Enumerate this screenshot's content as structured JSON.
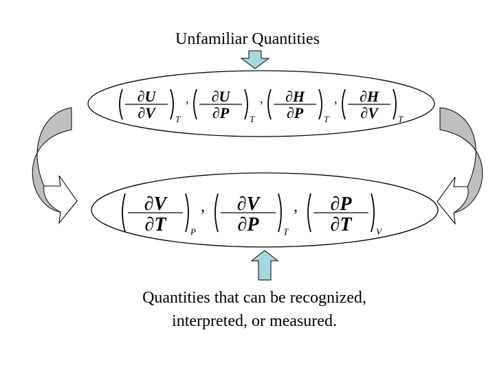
{
  "top_label": "Unfamiliar Quantities",
  "bottom_label_line1": "Quantities that can be recognized,",
  "bottom_label_line2": "interpreted, or measured.",
  "unfamiliar_derivatives": [
    {
      "num": "U",
      "den": "V",
      "sub": "T"
    },
    {
      "num": "U",
      "den": "P",
      "sub": "T"
    },
    {
      "num": "H",
      "den": "P",
      "sub": "T"
    },
    {
      "num": "H",
      "den": "V",
      "sub": "T"
    }
  ],
  "measurable_derivatives": [
    {
      "num": "V",
      "den": "T",
      "sub": "P"
    },
    {
      "num": "V",
      "den": "P",
      "sub": "T"
    },
    {
      "num": "P",
      "den": "T",
      "sub": "V"
    }
  ],
  "partial_symbol": "∂",
  "separator": ",",
  "colors": {
    "arrow_fill": "#a9d5dc",
    "curved_arrow_fill": "#bfbfbf",
    "stroke": "#000000"
  }
}
